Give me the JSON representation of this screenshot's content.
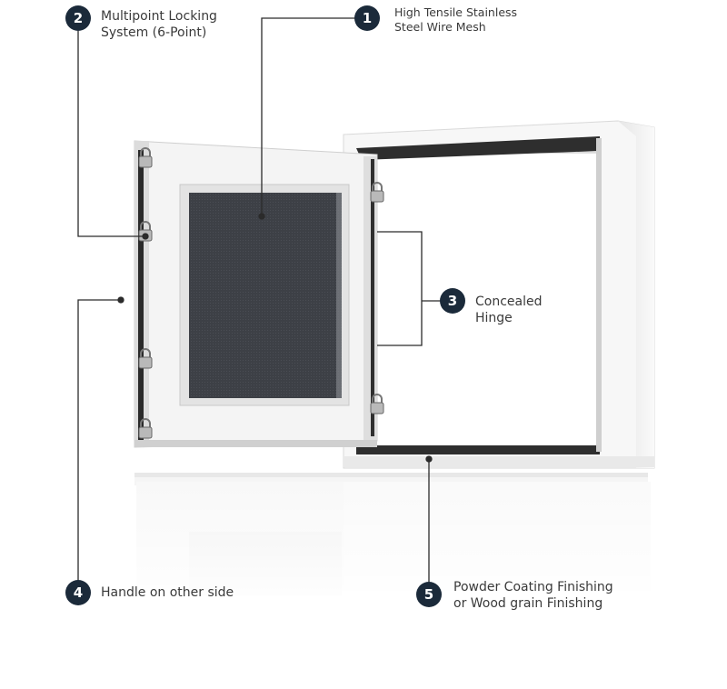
{
  "colors": {
    "badge": "#1b2a3a",
    "leader_line": "#2b2b2b",
    "frame": "#f4f4f4",
    "mesh": "#3b3e44"
  },
  "callouts": [
    {
      "number": "1",
      "line1": "High Tensile Stainless",
      "line2": "Steel Wire Mesh"
    },
    {
      "number": "2",
      "line1": "Multipoint Locking",
      "line2": "System (6-Point)"
    },
    {
      "number": "3",
      "line1": "Concealed",
      "line2": "Hinge"
    },
    {
      "number": "4",
      "line1": "Handle on other side",
      "line2": ""
    },
    {
      "number": "5",
      "line1": "Powder Coating Finishing",
      "line2": "or Wood grain Finishing"
    }
  ]
}
